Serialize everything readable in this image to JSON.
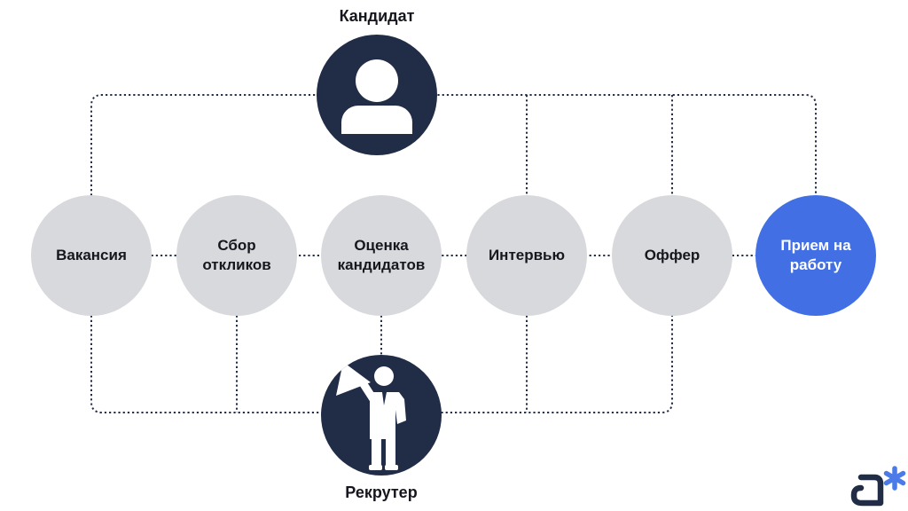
{
  "diagram": {
    "type": "recruiting-process-flow",
    "background": "#ffffff"
  },
  "colors": {
    "navy": "#212c46",
    "accent_blue": "#4270e4",
    "stage_gray": "#d8d9dc",
    "text_dark": "#16161e",
    "dotted_line": "#242e48",
    "icon_white": "#ffffff",
    "logo_asterisk_blue": "#4a7be8",
    "logo_letter_navy": "#212c46"
  },
  "actors": {
    "candidate": {
      "label": "Кандидат",
      "icon": "person-icon"
    },
    "recruiter": {
      "label": "Рекрутер",
      "icon": "megaphone-person-icon"
    }
  },
  "stages": [
    {
      "label": "Вакансия",
      "highlighted": false
    },
    {
      "label": "Сбор откликов",
      "highlighted": false
    },
    {
      "label": "Оценка кандидатов",
      "highlighted": false
    },
    {
      "label": "Интервью",
      "highlighted": false
    },
    {
      "label": "Оффер",
      "highlighted": false
    },
    {
      "label": "Прием на работу",
      "highlighted": true
    }
  ],
  "edges": {
    "style": "dotted",
    "stage_sequence": [
      "Вакансия",
      "Сбор откликов",
      "Оценка кандидатов",
      "Интервью",
      "Оффер",
      "Прием на работу"
    ],
    "candidate_connects_to_stage_indices": [
      0,
      3,
      4,
      5
    ],
    "recruiter_connects_to_stage_indices": [
      0,
      1,
      2,
      3,
      4
    ]
  },
  "logo": {
    "name": "a-asterisk-logo",
    "letter": "ɑ",
    "asterisk": "✱"
  }
}
